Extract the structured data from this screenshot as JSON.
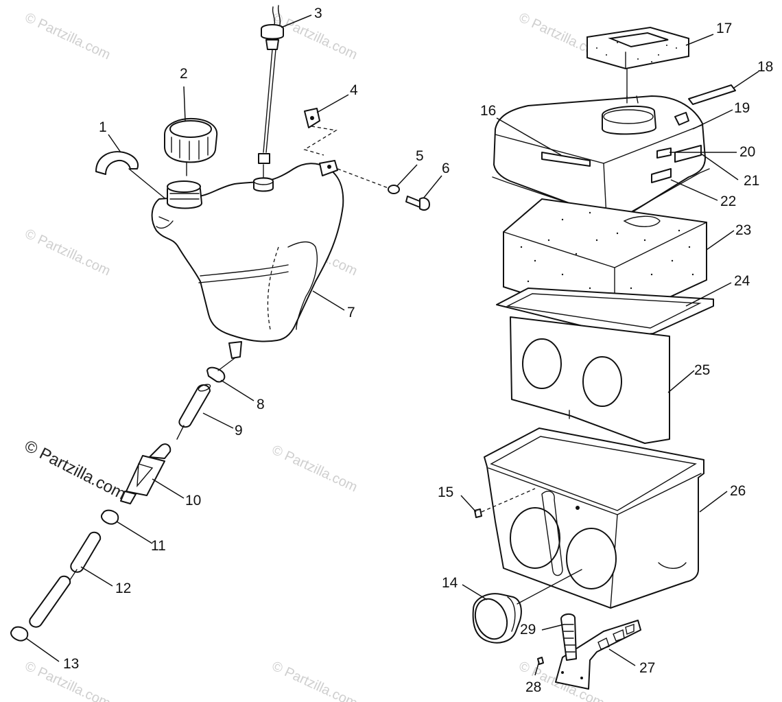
{
  "callouts": [
    "1",
    "2",
    "3",
    "4",
    "5",
    "6",
    "7",
    "8",
    "9",
    "10",
    "11",
    "12",
    "13",
    "14",
    "15",
    "16",
    "17",
    "18",
    "19",
    "20",
    "21",
    "22",
    "23",
    "24",
    "25",
    "26",
    "27",
    "28",
    "29"
  ],
  "copyright": "© Partzilla.com",
  "watermark": "© Partzilla.com"
}
